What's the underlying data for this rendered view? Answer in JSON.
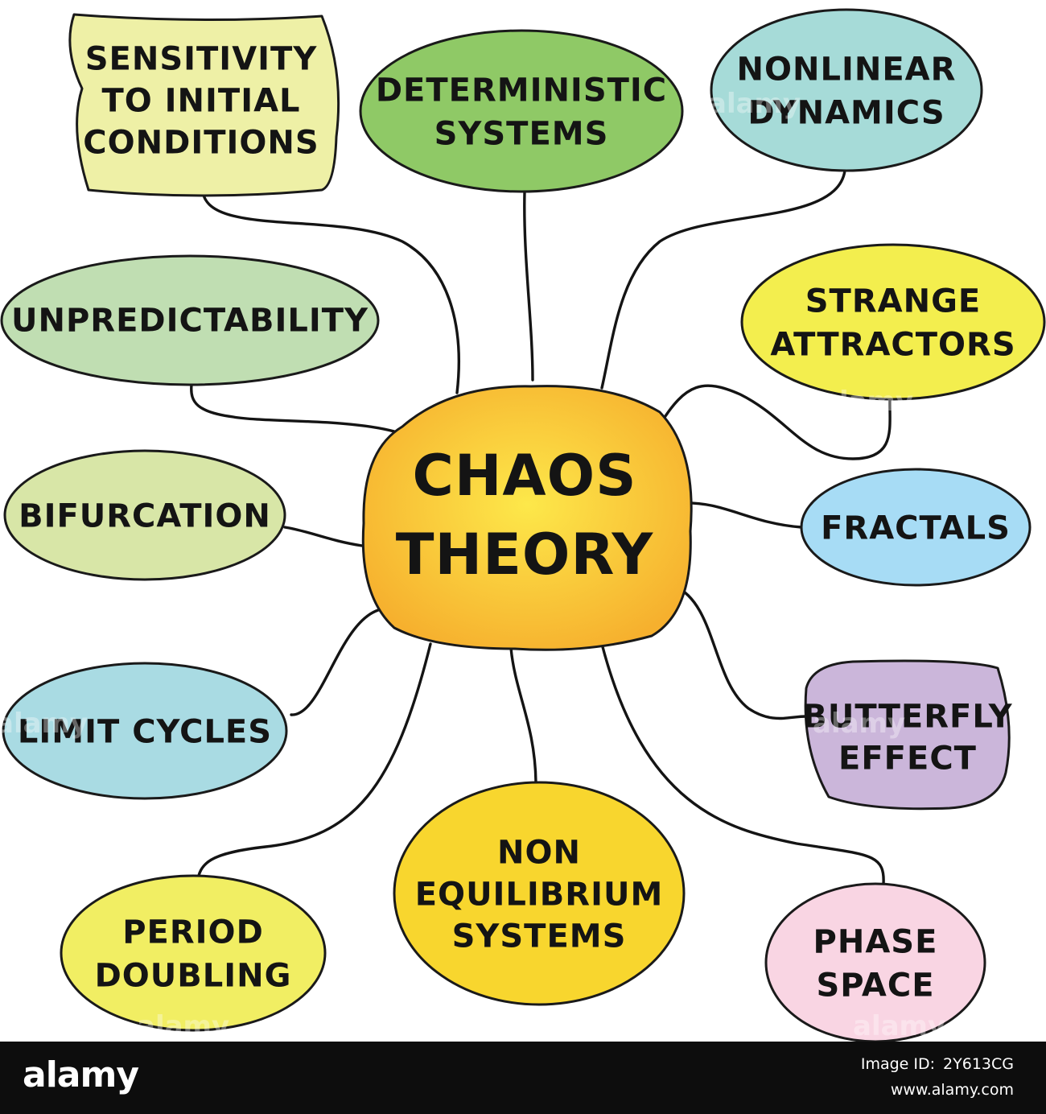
{
  "center": {
    "lines": [
      "CHAOS",
      "THEORY"
    ]
  },
  "nodes": [
    {
      "id": "sensitivity",
      "lines": [
        "SENSITIVITY",
        "TO INITIAL",
        "CONDITIONS"
      ],
      "color": "#eef0a6"
    },
    {
      "id": "deterministic",
      "lines": [
        "DETERMINISTIC",
        "SYSTEMS"
      ],
      "color": "#8fc966"
    },
    {
      "id": "nonlinear",
      "lines": [
        "NONLINEAR",
        "DYNAMICS"
      ],
      "color": "#a6dbd8"
    },
    {
      "id": "unpredictability",
      "lines": [
        "UNPREDICTABILITY"
      ],
      "color": "#c0deb2"
    },
    {
      "id": "strange",
      "lines": [
        "STRANGE",
        "ATTRACTORS"
      ],
      "color": "#f3ee4e"
    },
    {
      "id": "bifurcation",
      "lines": [
        "BIFURCATION"
      ],
      "color": "#d8e6a7"
    },
    {
      "id": "fractals",
      "lines": [
        "FRACTALS"
      ],
      "color": "#a7dcf5"
    },
    {
      "id": "limit",
      "lines": [
        "LIMIT CYCLES"
      ],
      "color": "#a9dbe3"
    },
    {
      "id": "butterfly",
      "lines": [
        "BUTTERFLY",
        "EFFECT"
      ],
      "color": "#cbb6da"
    },
    {
      "id": "nonequilibrium",
      "lines": [
        "NON",
        "EQUILIBRIUM",
        "SYSTEMS"
      ],
      "color": "#f8d62e"
    },
    {
      "id": "period",
      "lines": [
        "PERIOD",
        "DOUBLING"
      ],
      "color": "#f1ee63"
    },
    {
      "id": "phase",
      "lines": [
        "PHASE",
        "SPACE"
      ],
      "color": "#f9d5e3"
    }
  ],
  "colors": {
    "center_inner": "#fde84a",
    "center_outer": "#f6b02e",
    "outline": "#1a1a1a"
  },
  "watermark": "alamy",
  "footer": {
    "logo": "alamy",
    "image_id_label": "Image ID:",
    "image_id": "2Y613CG",
    "site": "www.alamy.com"
  }
}
